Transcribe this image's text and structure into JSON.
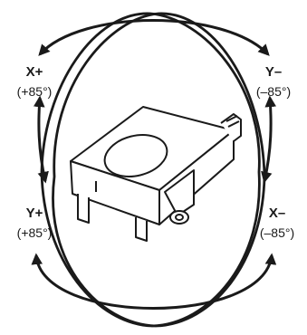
{
  "diagram": {
    "labels": {
      "x_plus": {
        "name": "X+",
        "angle": "(+85°)"
      },
      "y_minus": {
        "name": "Y–",
        "angle": "(–85°)"
      },
      "y_plus": {
        "name": "Y+",
        "angle": "(+85°)"
      },
      "x_minus": {
        "name": "X–",
        "angle": "(–85°)"
      }
    },
    "colors": {
      "stroke": "#1a1a1a",
      "device_fill": "#ffffff"
    },
    "icons": [
      "arrow-head",
      "tilt-sensor-device"
    ]
  }
}
